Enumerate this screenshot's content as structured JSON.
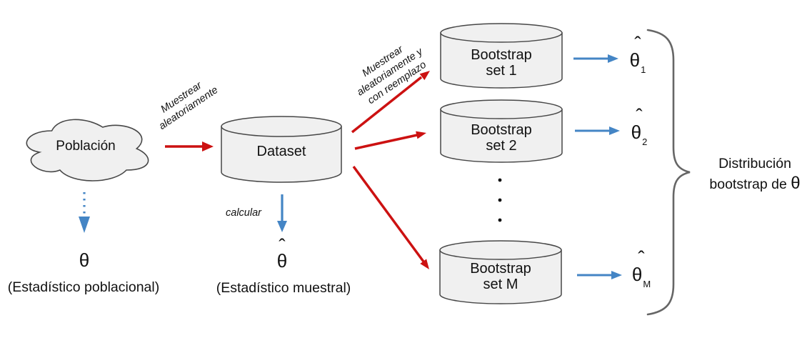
{
  "colors": {
    "arrow_red": "#cc1111",
    "arrow_blue": "#4485c5",
    "shape_fill": "#f0f0f0",
    "shape_stroke": "#474747",
    "brace": "#666666",
    "text": "#111111"
  },
  "population": {
    "label": "Población",
    "stat_symbol": "θ",
    "stat_caption": "(Estadístico poblacional)"
  },
  "dataset": {
    "label": "Dataset",
    "stat_hat": "ˆ",
    "stat_symbol": "θ",
    "stat_caption": "(Estadístico muestral)"
  },
  "flow_labels": {
    "sample_line1": "Muestrear",
    "sample_line2": "aleatoriamente",
    "resample_line1": "Muestrear",
    "resample_line2": "aleatoriamente y",
    "resample_line3": "con reemplazo",
    "calculate": "calcular"
  },
  "bootstrap_sets": [
    {
      "line1": "Bootstrap",
      "line2": "set 1",
      "estimate_hat": "ˆ",
      "estimate_symbol": "θ",
      "estimate_sub": "1"
    },
    {
      "line1": "Bootstrap",
      "line2": "set 2",
      "estimate_hat": "ˆ",
      "estimate_symbol": "θ",
      "estimate_sub": "2"
    },
    {
      "line1": "Bootstrap",
      "line2": "set M",
      "estimate_hat": "ˆ",
      "estimate_symbol": "θ",
      "estimate_sub": "M"
    }
  ],
  "brace_label": {
    "line1": "Distribución",
    "line2": "bootstrap de",
    "theta": "θ"
  }
}
